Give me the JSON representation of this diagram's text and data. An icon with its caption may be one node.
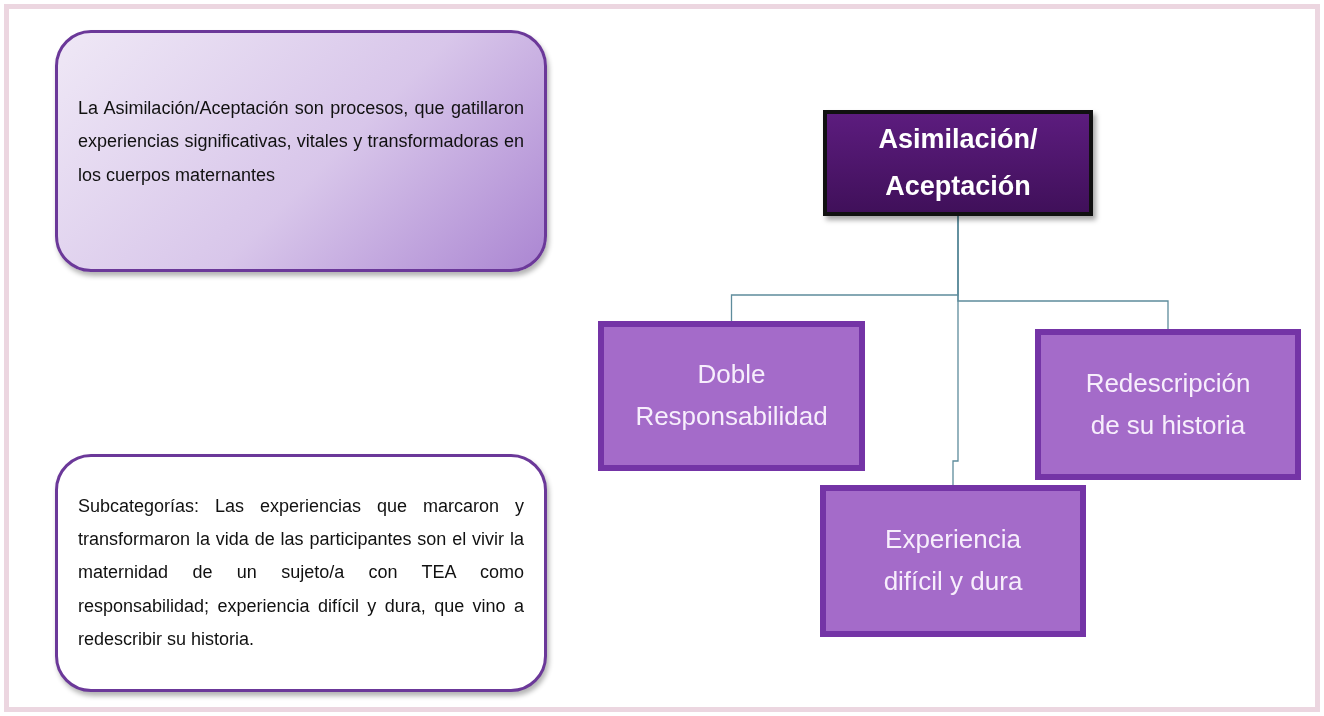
{
  "diagram": {
    "nodes": [
      {
        "text": [
          "La Asimilación/Aceptación son procesos, que gatillaron experiencias significativas, vitales y transformadoras en los cuerpos maternantes"
        ]
      },
      {
        "text": [
          "Asimilación/ Aceptación"
        ]
      },
      {
        "text": [
          "Doble Responsabilidad"
        ]
      },
      {
        "text": [
          "Redescripción de su historia"
        ]
      },
      {
        "text": [
          "Experiencia difícil y dura"
        ]
      },
      {
        "text": [
          "Subcategorías: Las experiencias que marcaron y transformaron la vida de las participantes son el vivir la maternidad de un sujeto/a con TEA como responsabilidad; experiencia difícil y dura, que vino a redescribir su historia."
        ]
      }
    ],
    "edges": [
      {
        "from": 1,
        "to": 2,
        "arrow": "none"
      },
      {
        "from": 1,
        "to": 4,
        "arrow": "none"
      },
      {
        "from": 1,
        "to": 3,
        "arrow": "none"
      }
    ]
  }
}
